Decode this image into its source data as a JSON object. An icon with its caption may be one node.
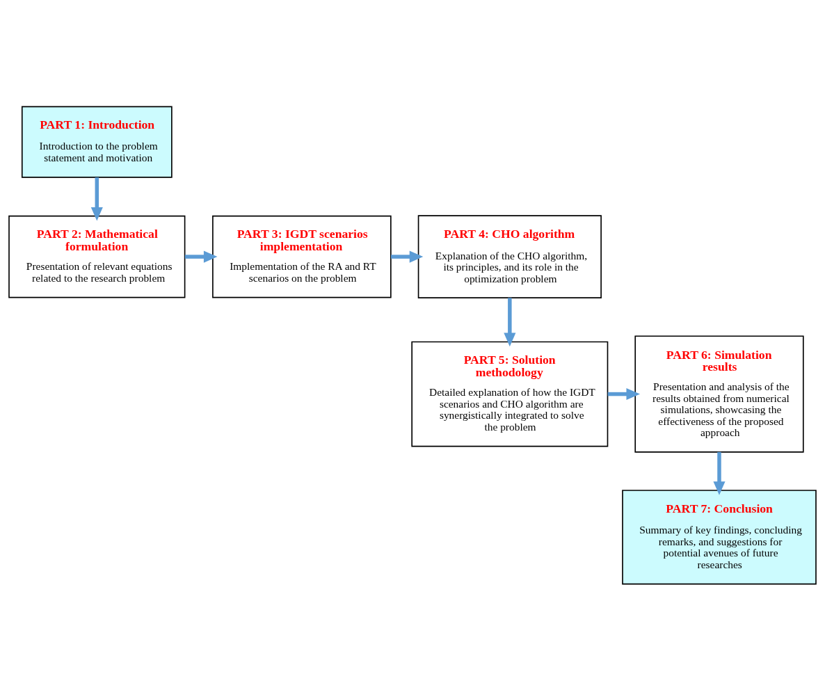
{
  "diagram": {
    "nodes": [
      {
        "text": [
          "PART 1: Introduction",
          "Introduction to the problem statement and motivation"
        ]
      },
      {
        "text": [
          "PART 2: Mathematical formulation",
          "Presentation of relevant equations related to the research problem"
        ]
      },
      {
        "text": [
          "PART 3: IGDT scenarios implementation",
          "Implementation of the RA and RT scenarios on the problem"
        ]
      },
      {
        "text": [
          "PART 4: CHO algorithm",
          "Explanation of the CHO algorithm, its principles, and its role in the optimization problem"
        ]
      },
      {
        "text": [
          "PART 5: Solution methodology",
          "Detailed explanation of how the IGDT scenarios and CHO algorithm are synergistically integrated to solve the problem"
        ]
      },
      {
        "text": [
          "PART 6: Simulation results",
          "Presentation and analysis of the results obtained from numerical simulations, showcasing the effectiveness of the proposed approach"
        ]
      },
      {
        "text": [
          "PART 7: Conclusion",
          "Summary of key findings, concluding remarks, and suggestions for potential avenues of future researches"
        ]
      }
    ],
    "edges": [
      {
        "from": 0,
        "to": 1,
        "arrow": "to"
      },
      {
        "from": 1,
        "to": 2,
        "arrow": "to"
      },
      {
        "from": 2,
        "to": 3,
        "arrow": "to"
      },
      {
        "from": 3,
        "to": 4,
        "arrow": "to"
      },
      {
        "from": 4,
        "to": 5,
        "arrow": "to"
      },
      {
        "from": 5,
        "to": 6,
        "arrow": "to"
      }
    ]
  }
}
